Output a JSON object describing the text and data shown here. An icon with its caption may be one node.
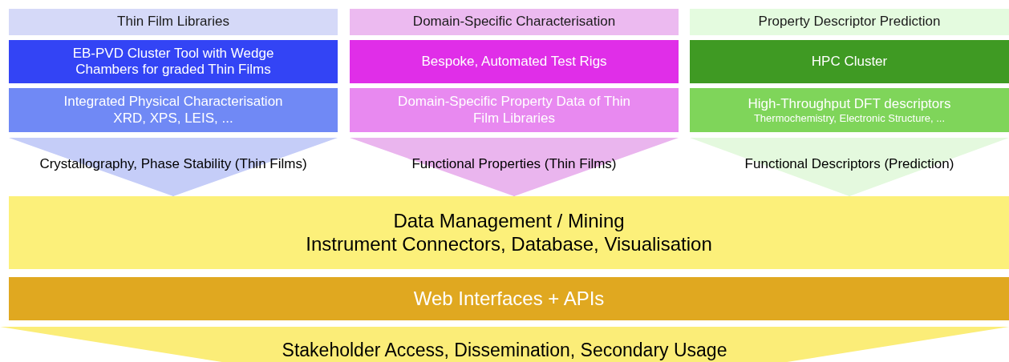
{
  "diagram": {
    "nodes": [
      {
        "text": [
          "Thin Film Libraries"
        ]
      },
      {
        "text": [
          "EB-PVD Cluster Tool with Wedge Chambers for graded Thin Films"
        ]
      },
      {
        "text": [
          "Integrated Physical Characterisation XRD, XPS, LEIS, ..."
        ]
      },
      {
        "text": [
          "Domain-Specific Characterisation"
        ]
      },
      {
        "text": [
          "Bespoke, Automated Test Rigs"
        ]
      },
      {
        "text": [
          "Domain-Specific Property Data of Thin Film Libraries"
        ]
      },
      {
        "text": [
          "Property Descriptor Prediction"
        ]
      },
      {
        "text": [
          "HPC Cluster"
        ]
      },
      {
        "text": [
          "High-Throughput DFT descriptors",
          "Thermochemistry, Electronic Structure, ..."
        ]
      },
      {
        "text": [
          "Data Management / Mining",
          "Instrument Connectors, Database, Visualisation"
        ]
      },
      {
        "text": [
          "Web Interfaces + APIs"
        ]
      },
      {
        "text": [
          "Stakeholder Access, Dissemination, Secondary Usage"
        ]
      }
    ],
    "edges": [
      {
        "from": 2,
        "to": 9,
        "arrow": "to",
        "label": "Crystallography, Phase Stability (Thin Films)",
        "color": "#c5cdf8"
      },
      {
        "from": 5,
        "to": 9,
        "arrow": "to",
        "label": "Functional Properties (Thin Films)",
        "color": "#eab5ee"
      },
      {
        "from": 8,
        "to": 9,
        "arrow": "to",
        "label": "Functional Descriptors (Prediction)",
        "color": "#e4f9de"
      }
    ]
  }
}
